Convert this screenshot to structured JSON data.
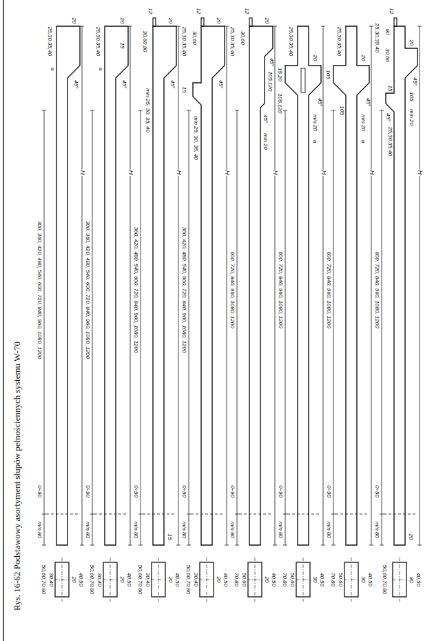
{
  "diagram": {
    "caption": "Rys. 16-62   Podstawowy asortyment słupów pełnościennych systemu W-70",
    "labels": [
      "25,30,35,40",
      "20",
      "45°",
      "a",
      "300, 360, 420, 480, 540, 600, 720, 840, 960, 1080, 1200",
      "0÷90",
      "min 80",
      "H",
      "40,50",
      "20",
      "30,40",
      "50,60,70,80",
      "25,30,35,40",
      "20",
      "15",
      "45°",
      "a",
      "300, 360, 420, 480, 540, 600, 720, 840, 960, 1080, 1200",
      "0÷90",
      "min 80",
      "H",
      "40,50",
      "20",
      "30,40",
      "50,60,70,80",
      "12",
      "30,60,90",
      "min 25, 30, 35, 40",
      "20",
      "45°",
      "15",
      "360, 420, 480, 540, 600, 720, 840, 960, 1080, 1200",
      "0÷90",
      "min 80",
      "H",
      "40,50",
      "20",
      "30,40",
      "50,60,70,80",
      "12",
      "30,60",
      "25,30,35,40",
      "20",
      "45°",
      "15",
      "min 25, 30, 35, 40",
      "360, 420, 480, 540, 600, 720, 840, 960, 1080, 1200",
      "0÷90",
      "min 80",
      "H",
      "40,50",
      "20",
      "30,40",
      "50,60,70,80",
      "12",
      "30,60",
      "25,30,35,40",
      "20",
      "45°",
      "105,120",
      "45°",
      "min 20",
      "600, 720, 840, 960, 1080, 1200",
      "0÷90",
      "min 80",
      "H",
      "40,50",
      "20",
      "50,60",
      "70,80",
      "25,30,35,40",
      "20",
      "15,20",
      "105,120",
      "45°",
      "min 20",
      "a",
      "600, 720, 840, 960, 1080, 1200",
      "0÷90",
      "min 80",
      "H",
      "40,50",
      "30",
      "50,60",
      "70,80",
      "25,30,35,40",
      "20",
      "45°",
      "105",
      "105",
      "min 20",
      "a",
      "600, 720, 840, 960, 1080, 1200",
      "0÷90",
      "min 80",
      "H",
      "40,50",
      "30",
      "50,60",
      "70,80",
      "12",
      "90",
      "30,60",
      "25,30,35,40",
      "20",
      "45°",
      "105",
      "min 20",
      "15",
      "25,30,35,40",
      "45°",
      "600, 720, 840, 960, 1080, 1200",
      "0÷90",
      "min 80",
      "H",
      "20",
      "40,50",
      "30",
      "50,60,70,80"
    ]
  }
}
